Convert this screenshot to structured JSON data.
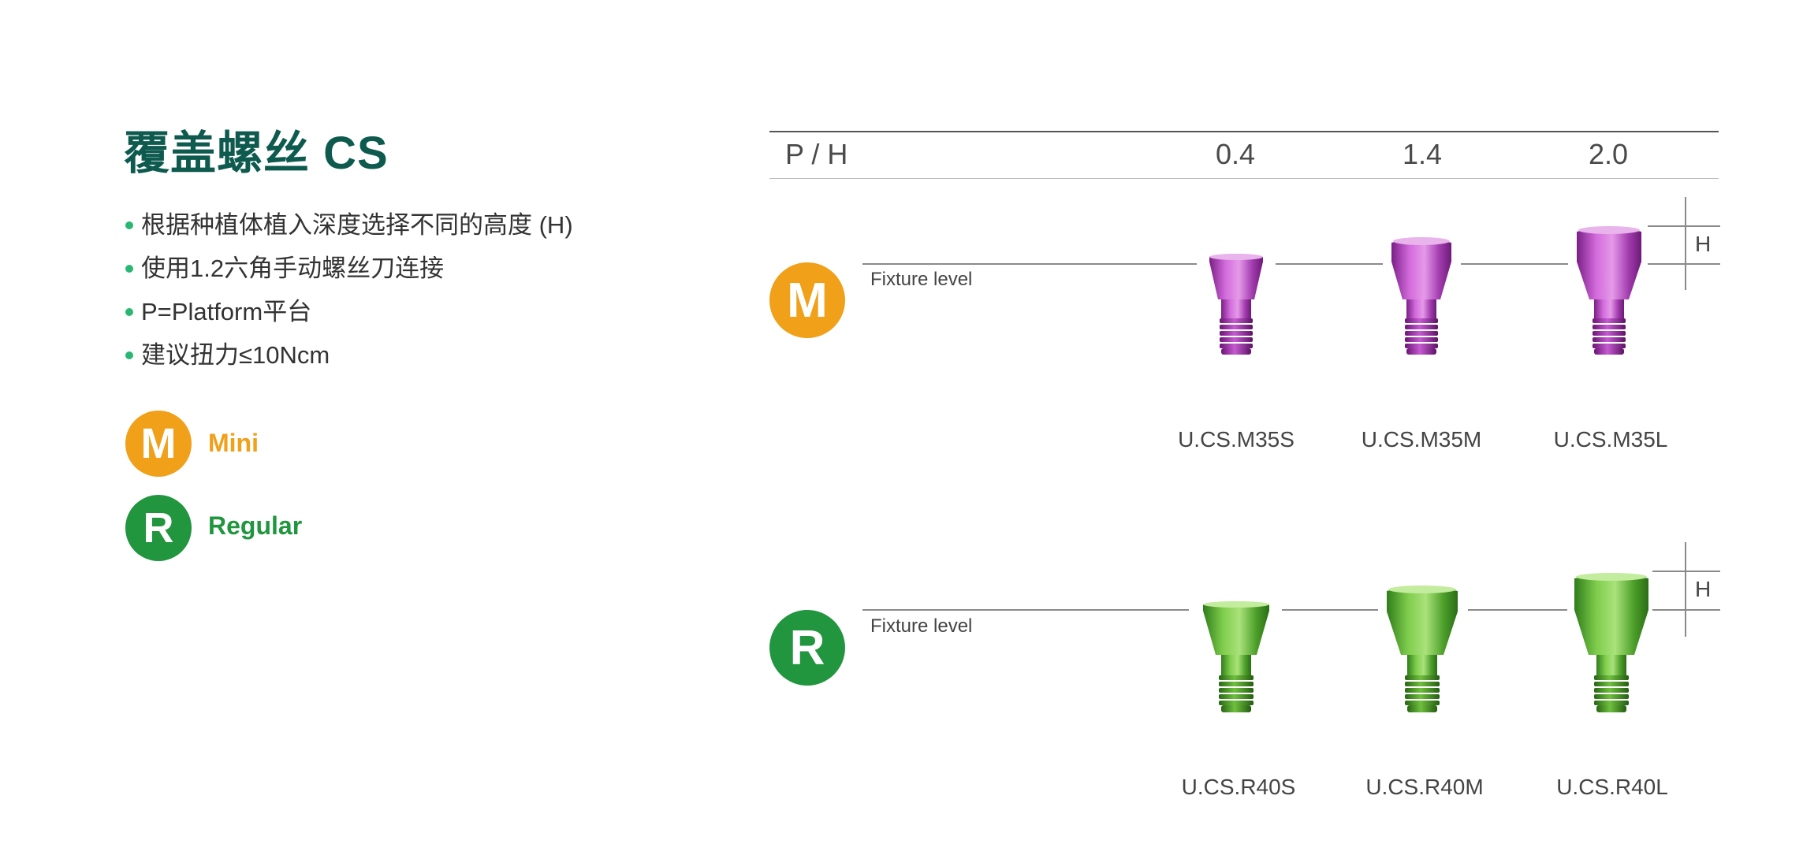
{
  "title": "覆盖螺丝 CS",
  "bullets": [
    "根据种植体植入深度选择不同的高度 (H)",
    "使用1.2六角手动螺丝刀连接",
    "P=Platform平台",
    "建议扭力≤10Ncm"
  ],
  "legend": [
    {
      "badge": "M",
      "label": "Mini",
      "color": "#f0a019"
    },
    {
      "badge": "R",
      "label": "Regular",
      "color": "#22953f"
    }
  ],
  "table": {
    "header": {
      "label": "P / H",
      "heights": [
        "0.4",
        "1.4",
        "2.0"
      ]
    },
    "rows": [
      {
        "badge": "M",
        "fixture_label": "Fixture level",
        "h_label": "H",
        "screw_color": "magenta",
        "codes": [
          "U.CS.M35S",
          "U.CS.M35M",
          "U.CS.M35L"
        ]
      },
      {
        "badge": "R",
        "fixture_label": "Fixture level",
        "h_label": "H",
        "screw_color": "green",
        "codes": [
          "U.CS.R40S",
          "U.CS.R40M",
          "U.CS.R40L"
        ]
      }
    ]
  }
}
